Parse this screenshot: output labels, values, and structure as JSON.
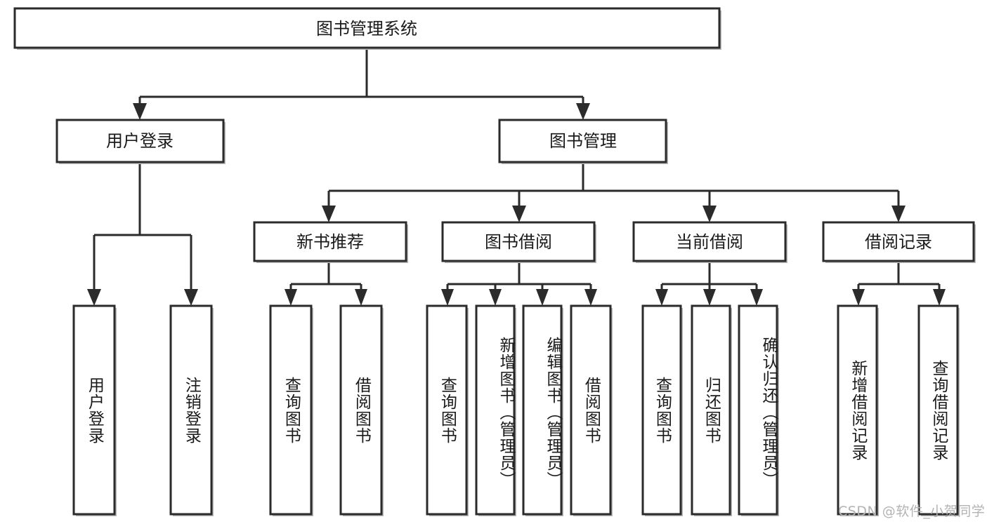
{
  "diagram": {
    "type": "tree",
    "title": "图书管理系统",
    "root": {
      "id": "root",
      "label": "图书管理系统",
      "orientation": "horizontal"
    },
    "level2": [
      {
        "id": "user-login",
        "label": "用户登录",
        "orientation": "horizontal"
      },
      {
        "id": "book-manage",
        "label": "图书管理",
        "orientation": "horizontal"
      }
    ],
    "level3": [
      {
        "id": "new-book-recommend",
        "label": "新书推荐",
        "orientation": "horizontal",
        "parent": "book-manage"
      },
      {
        "id": "book-borrow",
        "label": "图书借阅",
        "orientation": "horizontal",
        "parent": "book-manage"
      },
      {
        "id": "current-borrow",
        "label": "当前借阅",
        "orientation": "horizontal",
        "parent": "book-manage"
      },
      {
        "id": "borrow-record",
        "label": "借阅记录",
        "orientation": "horizontal",
        "parent": "book-manage"
      }
    ],
    "leaves": [
      {
        "id": "leaf-user-login",
        "label": "用户登录",
        "parent": "user-login",
        "orientation": "vertical"
      },
      {
        "id": "leaf-user-logout",
        "label": "注销登录",
        "parent": "user-login",
        "orientation": "vertical"
      },
      {
        "id": "leaf-query-book-1",
        "label": "查询图书",
        "parent": "new-book-recommend",
        "orientation": "vertical"
      },
      {
        "id": "leaf-borrow-book-1",
        "label": "借阅图书",
        "parent": "new-book-recommend",
        "orientation": "vertical"
      },
      {
        "id": "leaf-query-book-2",
        "label": "查询图书",
        "parent": "book-borrow",
        "orientation": "vertical"
      },
      {
        "id": "leaf-add-book",
        "label": "新增图书（管理员）",
        "parent": "book-borrow",
        "orientation": "vertical"
      },
      {
        "id": "leaf-edit-book",
        "label": "编辑图书（管理员）",
        "parent": "book-borrow",
        "orientation": "vertical"
      },
      {
        "id": "leaf-borrow-book-2",
        "label": "借阅图书",
        "parent": "book-borrow",
        "orientation": "vertical"
      },
      {
        "id": "leaf-query-book-3",
        "label": "查询图书",
        "parent": "current-borrow",
        "orientation": "vertical"
      },
      {
        "id": "leaf-return-book",
        "label": "归还图书",
        "parent": "current-borrow",
        "orientation": "vertical"
      },
      {
        "id": "leaf-confirm-return",
        "label": "确认归还（管理员）",
        "parent": "current-borrow",
        "orientation": "vertical"
      },
      {
        "id": "leaf-add-record",
        "label": "新增借阅记录",
        "parent": "borrow-record",
        "orientation": "vertical"
      },
      {
        "id": "leaf-query-record",
        "label": "查询借阅记录",
        "parent": "borrow-record",
        "orientation": "vertical"
      }
    ],
    "colors": {
      "stroke": "#2b2b2b",
      "fill": "#ffffff",
      "text": "#1a1a1a",
      "shadow": "#b9b9b9",
      "watermark": "#b3b3b3"
    }
  },
  "watermark": {
    "text": "CSDN @软件_小贺同学"
  }
}
